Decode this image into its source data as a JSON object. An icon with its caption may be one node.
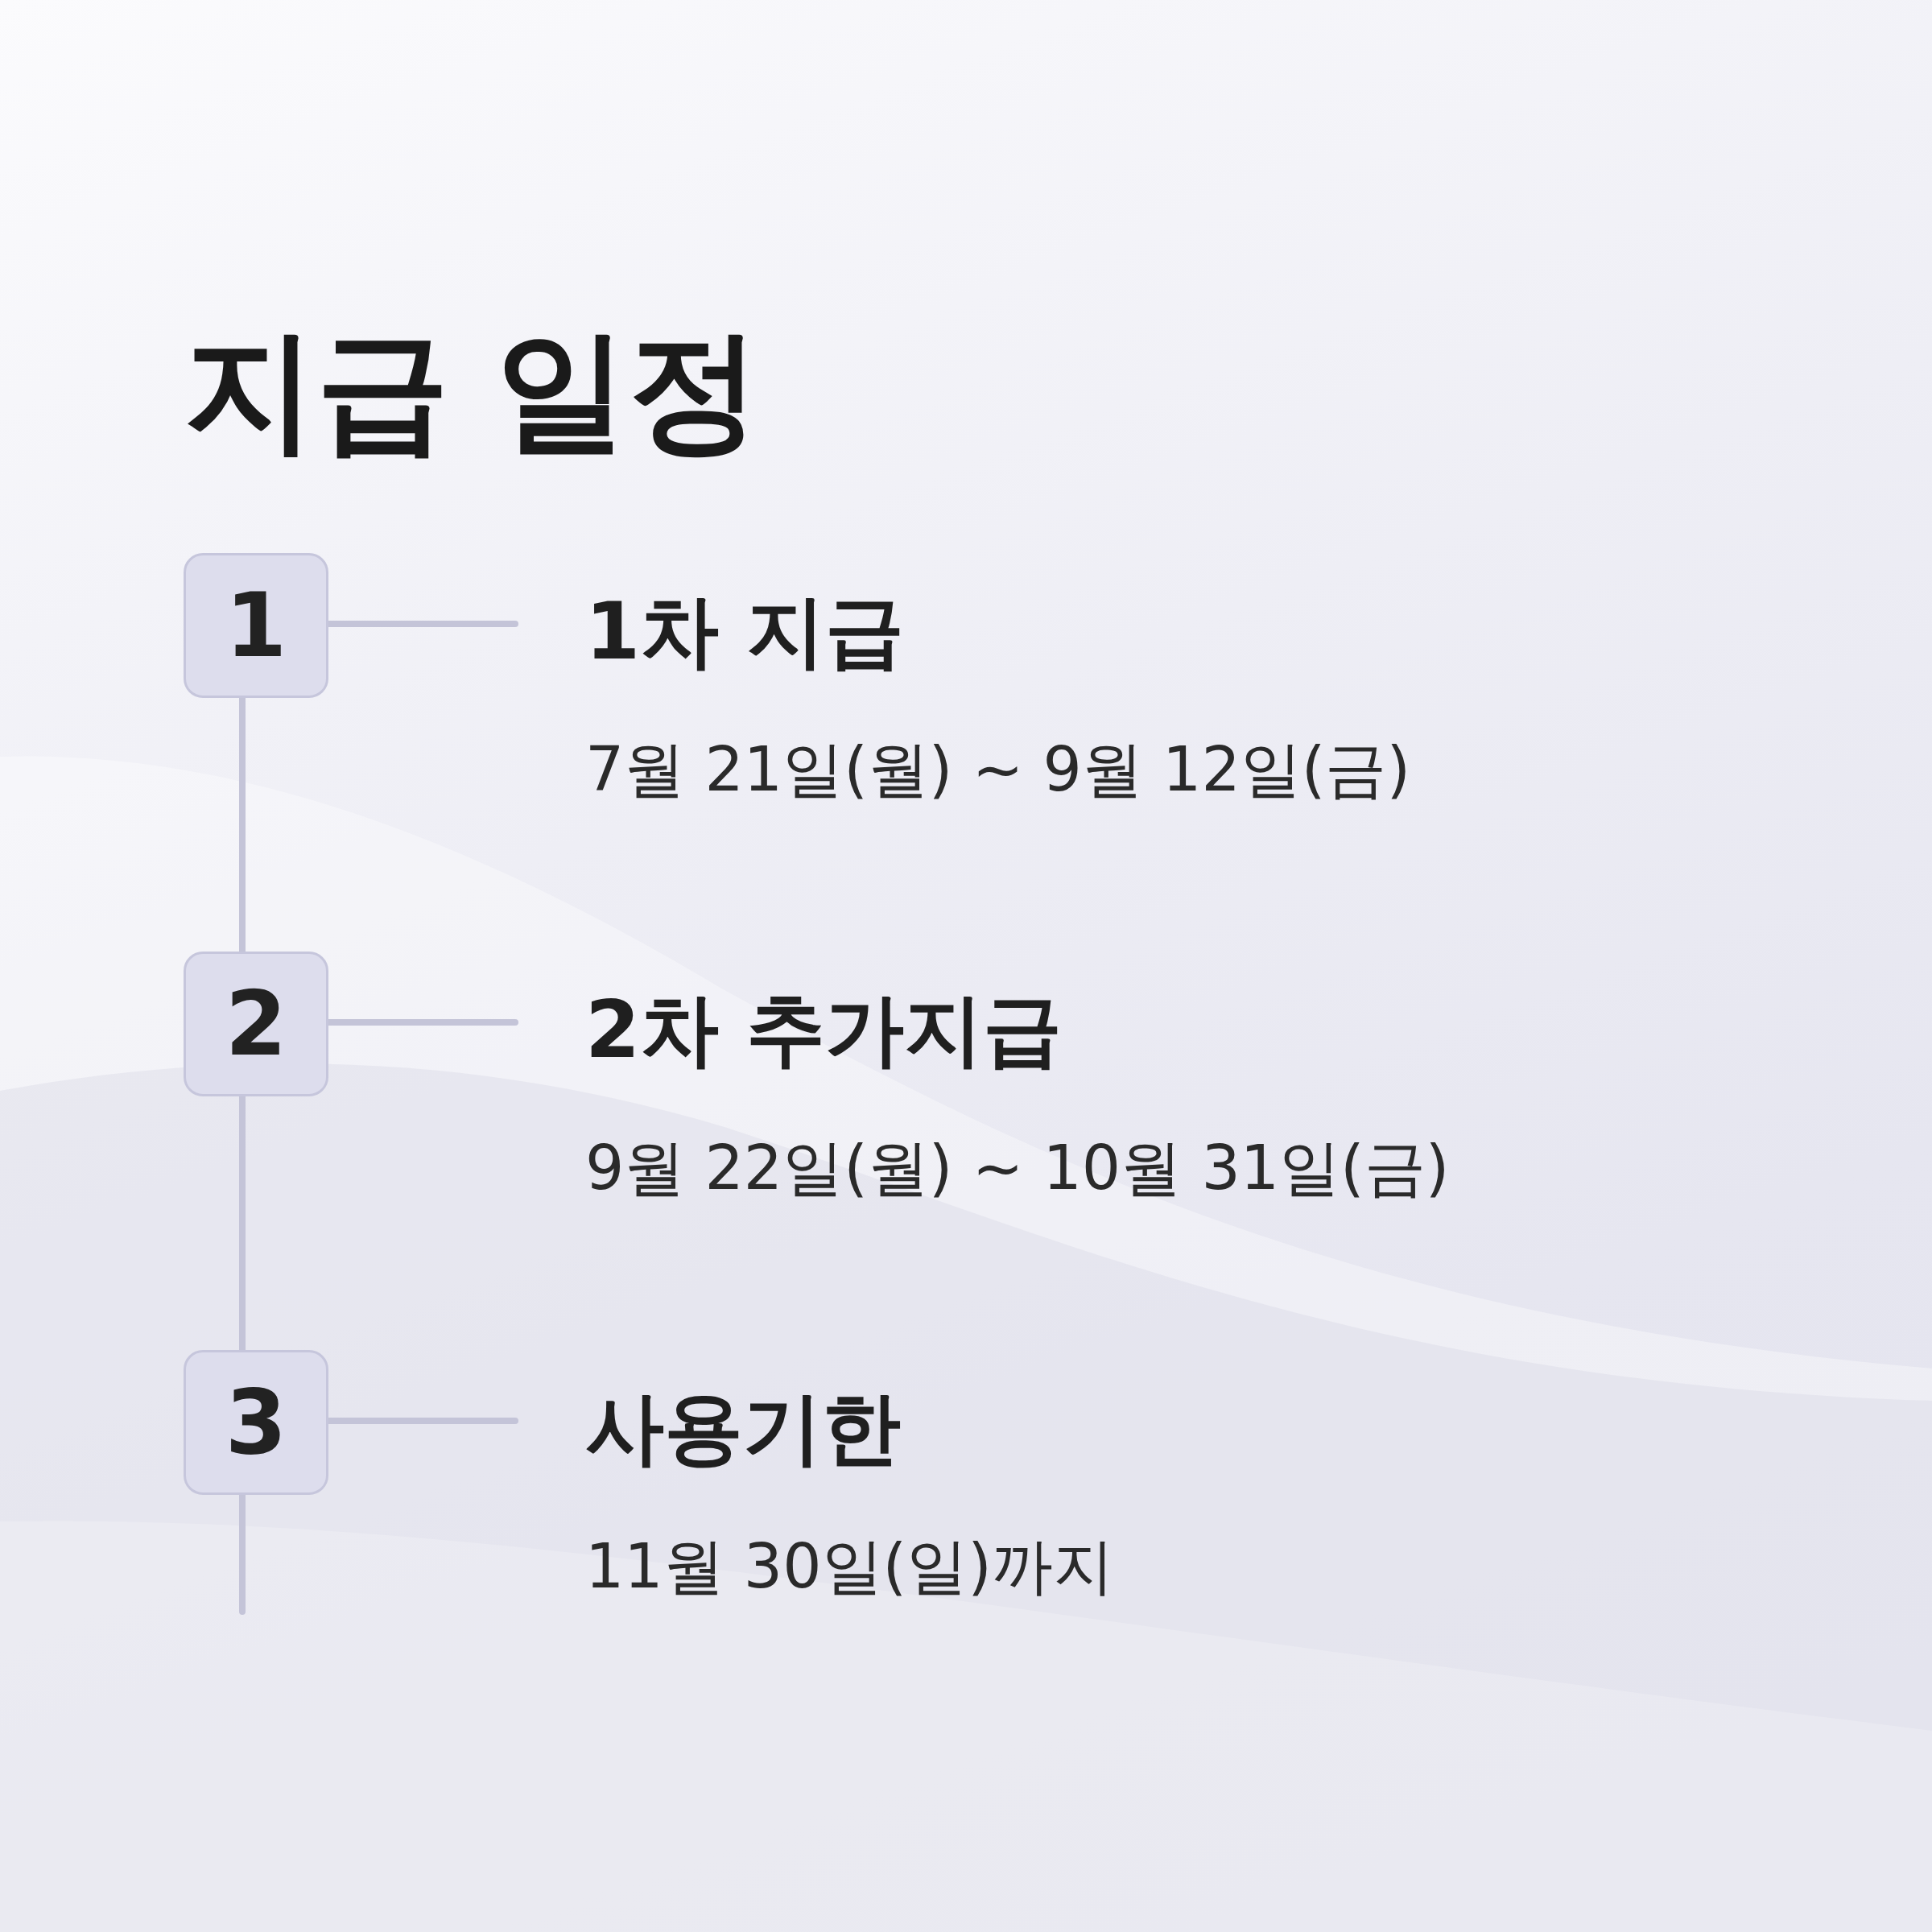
{
  "diagram": {
    "title": "지급 일정",
    "nodes": [
      {
        "text": [
          "1"
        ]
      },
      {
        "text": [
          "2"
        ]
      },
      {
        "text": [
          "3"
        ]
      },
      {
        "text": [
          "1차 지급",
          "7월 21일(월) ~ 9월 12일(금)"
        ]
      },
      {
        "text": [
          "2차 추가지급",
          "9월 22일(월) ~ 10월 31일(금)"
        ]
      },
      {
        "text": [
          "사용기한",
          "11월 30일(일)까지"
        ]
      }
    ],
    "edges": [
      {
        "from": 0,
        "to": 1,
        "arrow": "none"
      },
      {
        "from": 1,
        "to": 2,
        "arrow": "none"
      },
      {
        "from": 2,
        "to": null,
        "arrow": "none"
      },
      {
        "from": 0,
        "to": 3,
        "arrow": "none"
      },
      {
        "from": 1,
        "to": 4,
        "arrow": "none"
      },
      {
        "from": 2,
        "to": 5,
        "arrow": "none"
      }
    ]
  }
}
